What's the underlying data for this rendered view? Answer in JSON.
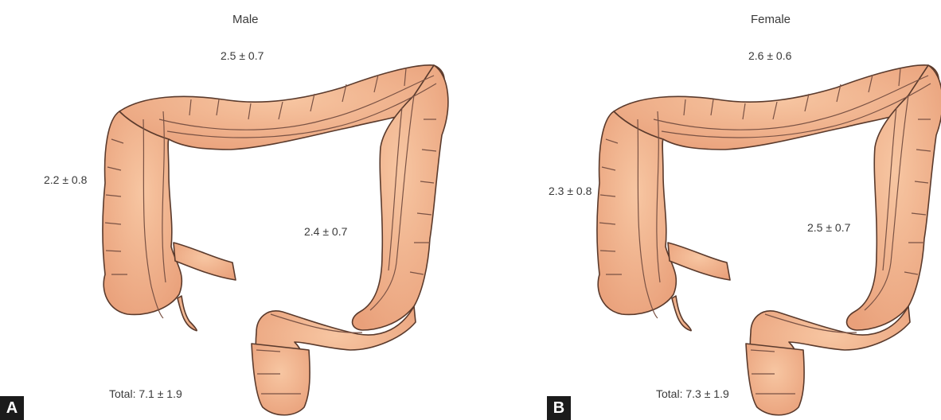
{
  "panels": [
    {
      "letter": "A",
      "title": "Male",
      "ascending": "2.2 ± 0.8",
      "transverse": "2.5 ± 0.7",
      "descending": "2.4 ± 0.7",
      "total": "Total: 7.1 ± 1.9"
    },
    {
      "letter": "B",
      "title": "Female",
      "ascending": "2.3 ± 0.8",
      "transverse": "2.6 ± 0.6",
      "descending": "2.5 ± 0.7",
      "total": "Total: 7.3 ± 1.9"
    }
  ],
  "colors": {
    "colon_fill": "#f3b48a",
    "colon_outline": "#5a3a2c",
    "badge_background": "#1b1b1b"
  }
}
